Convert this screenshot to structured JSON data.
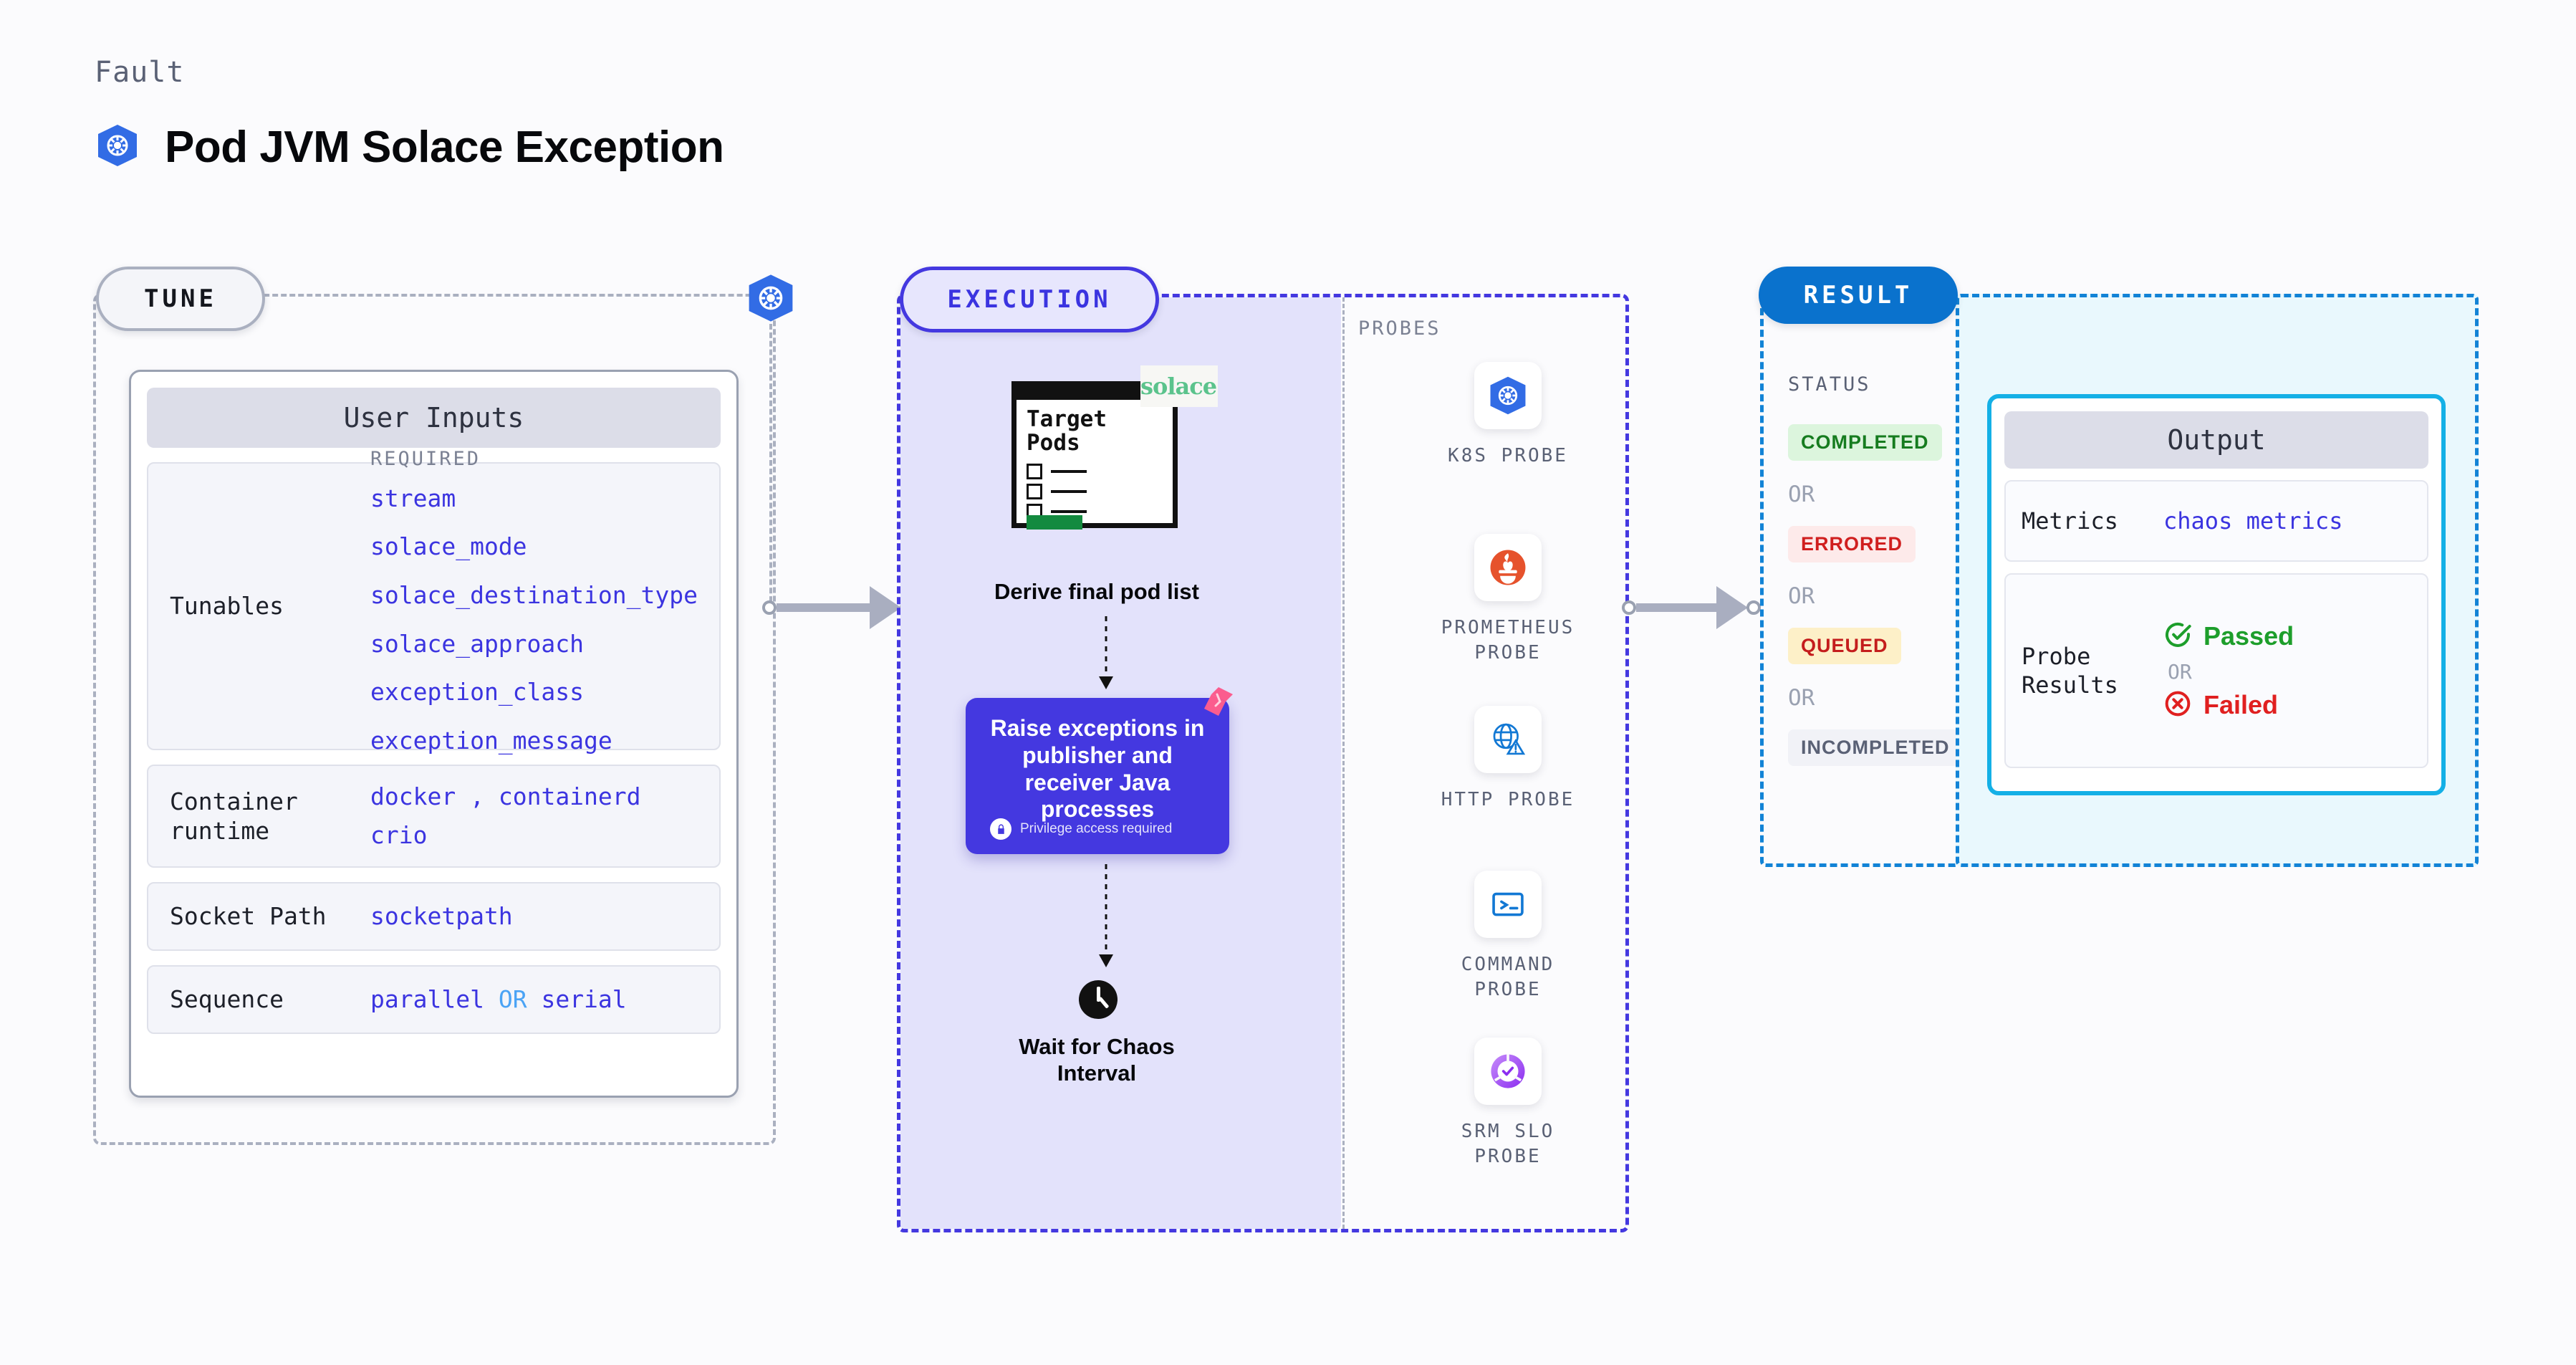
{
  "header": {
    "kicker": "Fault",
    "title": "Pod JVM Solace Exception",
    "icon": "kubernetes-icon"
  },
  "tune": {
    "pill_label": "TUNE",
    "card_title": "User Inputs",
    "rows": [
      {
        "label": "Tunables",
        "required_tag": "REQUIRED",
        "values": [
          "stream",
          "solace_mode",
          "solace_destination_type",
          "solace_approach",
          "exception_class",
          "exception_message"
        ]
      },
      {
        "label": "Container runtime",
        "values": [
          "docker",
          "containerd",
          "crio"
        ],
        "separator": ","
      },
      {
        "label": "Socket Path",
        "values": [
          "socketpath"
        ]
      },
      {
        "label": "Sequence",
        "values": [
          "parallel",
          "serial"
        ],
        "separator": "OR"
      }
    ]
  },
  "execution": {
    "pill_label": "EXECUTION",
    "pods_card": {
      "title_line1": "Target",
      "title_line2": "Pods",
      "checkbox_count": 3,
      "brand_logo": "solace",
      "brand_logo_name": "solace-logo"
    },
    "step1_label": "Derive final pod list",
    "action_box": {
      "text": "Raise exceptions in publisher and receiver Java processes",
      "note": "Privilege access required",
      "note_icon": "lock-icon",
      "badge_icon": "litmus-chaos-icon",
      "color": "#4438e0"
    },
    "step3_icon": "clock-icon",
    "step3_label": "Wait for Chaos Interval",
    "probes_label": "PROBES",
    "probes": [
      {
        "name": "K8S PROBE",
        "icon": "kubernetes-icon"
      },
      {
        "name": "PROMETHEUS PROBE",
        "icon": "prometheus-icon"
      },
      {
        "name": "HTTP PROBE",
        "icon": "globe-warning-icon"
      },
      {
        "name": "COMMAND PROBE",
        "icon": "terminal-icon"
      },
      {
        "name": "SRM SLO PROBE",
        "icon": "srm-slo-icon"
      }
    ]
  },
  "result": {
    "pill_label": "RESULT",
    "status_label": "STATUS",
    "or_label": "OR",
    "statuses": [
      {
        "label": "COMPLETED",
        "bg": "#dcf5dd",
        "fg": "#167c1f"
      },
      {
        "label": "ERRORED",
        "bg": "#fdeaea",
        "fg": "#d01f1f"
      },
      {
        "label": "QUEUED",
        "bg": "#fdf0c8",
        "fg": "#c41d1d"
      },
      {
        "label": "INCOMPLETED",
        "bg": "#f1f2f7",
        "fg": "#5a6175"
      }
    ]
  },
  "output": {
    "card_title": "Output",
    "metrics_label": "Metrics",
    "metrics_value": "chaos metrics",
    "probe_results_label": "Probe Results",
    "passed_label": "Passed",
    "passed_icon": "check-circle-icon",
    "passed_color": "#1d9e2b",
    "or_label": "OR",
    "failed_label": "Failed",
    "failed_icon": "x-circle-icon",
    "failed_color": "#e02020"
  }
}
